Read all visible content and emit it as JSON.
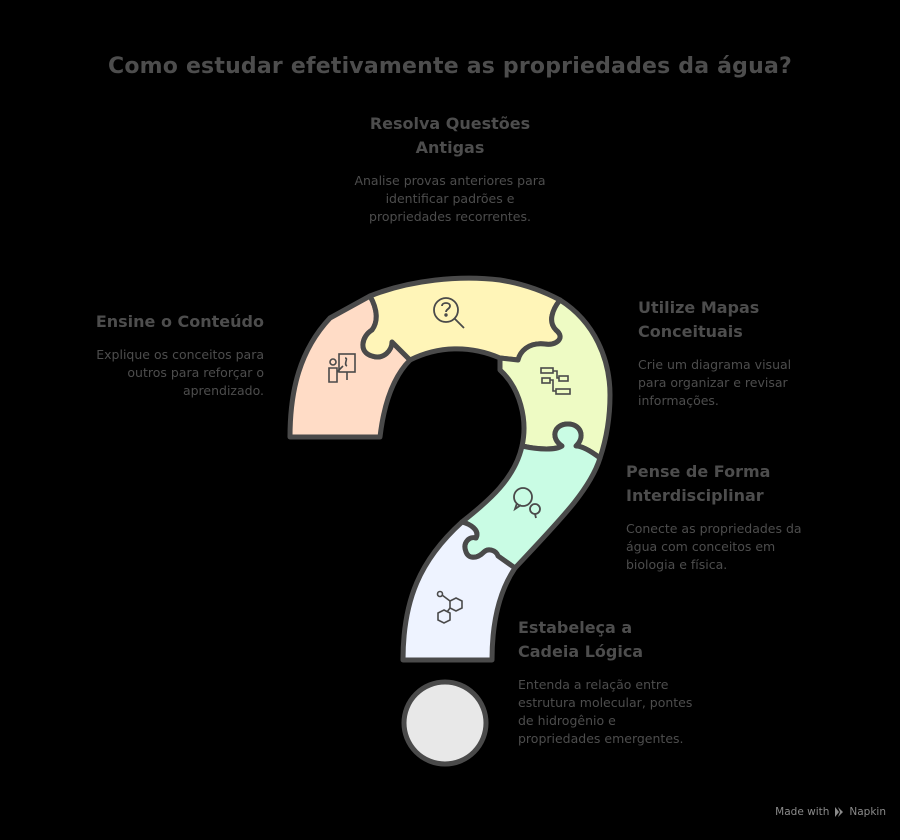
{
  "title": "Como estudar efetivamente as propriedades da água?",
  "colors": {
    "background": "#000000",
    "outline": "#4a4a4a",
    "text": "#4d4d4d",
    "piece_ensine": "#ffdcc6",
    "piece_resolva": "#fff5b8",
    "piece_mapas": "#eefbc4",
    "piece_interdisciplinar": "#c9fce4",
    "piece_cadeia": "#eef3ff",
    "dot": "#e8e8e8"
  },
  "steps": [
    {
      "id": "resolva",
      "heading_lines": [
        "Resolva Questões",
        "Antigas"
      ],
      "description_lines": [
        "Analise provas anteriores para",
        "identificar padrões e",
        "propriedades recorrentes."
      ],
      "icon": "head-question-search-icon"
    },
    {
      "id": "ensine",
      "heading_lines": [
        "Ensine o Conteúdo"
      ],
      "description_lines": [
        "Explique os conceitos para",
        "outros para reforçar o",
        "aprendizado."
      ],
      "icon": "teacher-board-icon"
    },
    {
      "id": "mapas",
      "heading_lines": [
        "Utilize Mapas",
        "Conceituais"
      ],
      "description_lines": [
        "Crie um diagrama visual",
        "para organizar e revisar",
        "informações."
      ],
      "icon": "concept-map-icon"
    },
    {
      "id": "interdisciplinar",
      "heading_lines": [
        "Pense de Forma",
        "Interdisciplinar"
      ],
      "description_lines": [
        "Conecte as propriedades da",
        "água com conceitos em",
        "biologia e física."
      ],
      "icon": "speech-bubbles-icon"
    },
    {
      "id": "cadeia",
      "heading_lines": [
        "Estabeleça a",
        "Cadeia Lógica"
      ],
      "description_lines": [
        "Entenda a relação entre",
        "estrutura molecular, pontes",
        "de hidrogênio e",
        "propriedades emergentes."
      ],
      "icon": "molecule-icon"
    }
  ],
  "footer": {
    "made_with": "Made with",
    "brand": "Napkin"
  }
}
